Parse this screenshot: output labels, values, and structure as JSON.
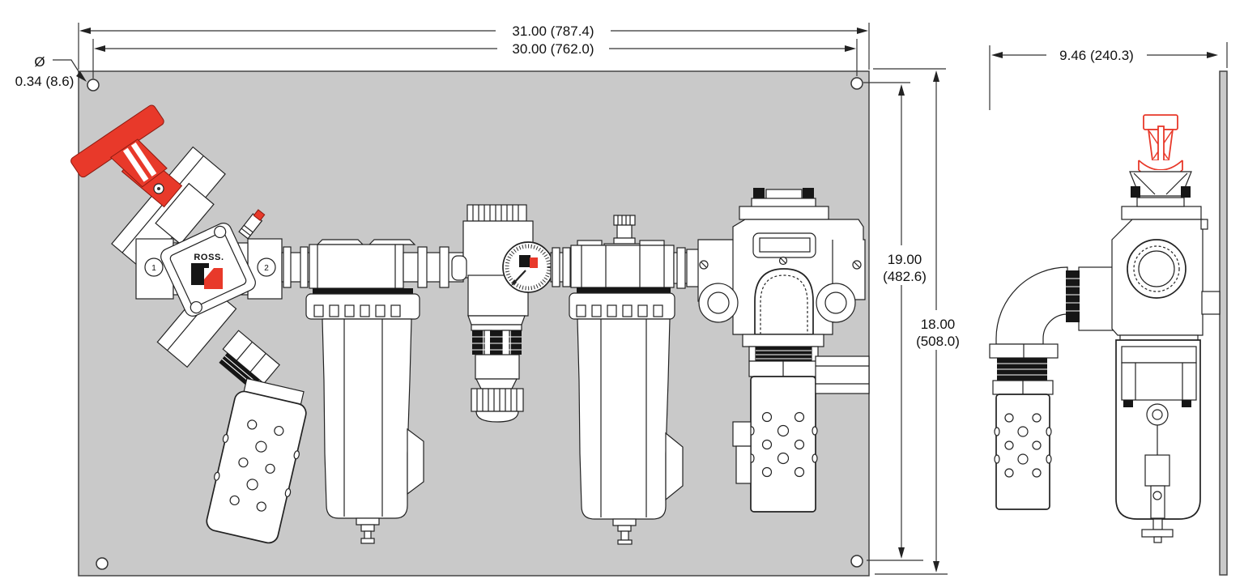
{
  "colors": {
    "background": "#ffffff",
    "panel_gray": "#c9c9c9",
    "accent_red": "#e8392a",
    "line": "#222222"
  },
  "front_view": {
    "dimensions": {
      "width_outer": "31.00 (787.4)",
      "width_holes": "30.00 (762.0)",
      "hole_diameter_symbol": "Ø",
      "hole_diameter": "0.34 (8.6)",
      "height_holes_in": "19.00",
      "height_holes_mm": "(482.6)",
      "height_panel_in": "18.00",
      "height_panel_mm": "(508.0)"
    },
    "lockout_valve": {
      "brand": "ROSS.",
      "port_in": "1",
      "port_out": "2"
    }
  },
  "side_view": {
    "dimensions": {
      "depth": "9.46 (240.3)"
    }
  }
}
